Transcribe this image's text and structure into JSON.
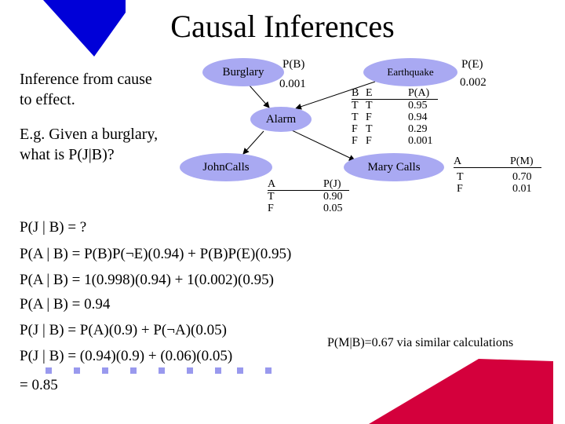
{
  "title": "Causal Inferences",
  "left_text": {
    "line1": "Inference from cause to effect.",
    "line2": "E.g. Given a burglary, what is P(J|B)?"
  },
  "nodes": {
    "burglary": "Burglary",
    "earthquake": "Earthquake",
    "alarm": "Alarm",
    "johncalls": "JohnCalls",
    "marycalls": "Mary Calls"
  },
  "priors": {
    "pb_label": "P(B)",
    "pb_value": "0.001",
    "pe_label": "P(E)",
    "pe_value": "0.002"
  },
  "alarm_cpt": {
    "headers": [
      "B",
      "E",
      "P(A)"
    ],
    "rows": [
      [
        "T",
        "T",
        "0.95"
      ],
      [
        "T",
        "F",
        "0.94"
      ],
      [
        "F",
        "T",
        "0.29"
      ],
      [
        "F",
        "F",
        "0.001"
      ]
    ]
  },
  "john_cpt": {
    "headers": [
      "A",
      "P(J)"
    ],
    "rows": [
      [
        "T",
        "0.90"
      ],
      [
        "F",
        "0.05"
      ]
    ]
  },
  "mary_cpt": {
    "headers": [
      "A",
      "P(M)"
    ],
    "rows": [
      [
        "T",
        "0.70"
      ],
      [
        "F",
        "0.01"
      ]
    ]
  },
  "equations": [
    "P(J | B) = ?",
    "P(A | B) = P(B)P(¬E)(0.94) + P(B)P(E)(0.95)",
    "P(A | B) = 1(0.998)(0.94) + 1(0.002)(0.95)",
    "P(A | B) = 0.94",
    "P(J | B) = P(A)(0.9) + P(¬A)(0.05)",
    "P(J | B) = (0.94)(0.9) + (0.06)(0.05)",
    "= 0.85"
  ],
  "note": "P(M|B)=0.67 via similar calculations",
  "colors": {
    "node_fill": "#a9a9f2",
    "top_triangle": "#0000d8",
    "bottom_triangle": "#d4003c",
    "dash": "#9999ee"
  }
}
